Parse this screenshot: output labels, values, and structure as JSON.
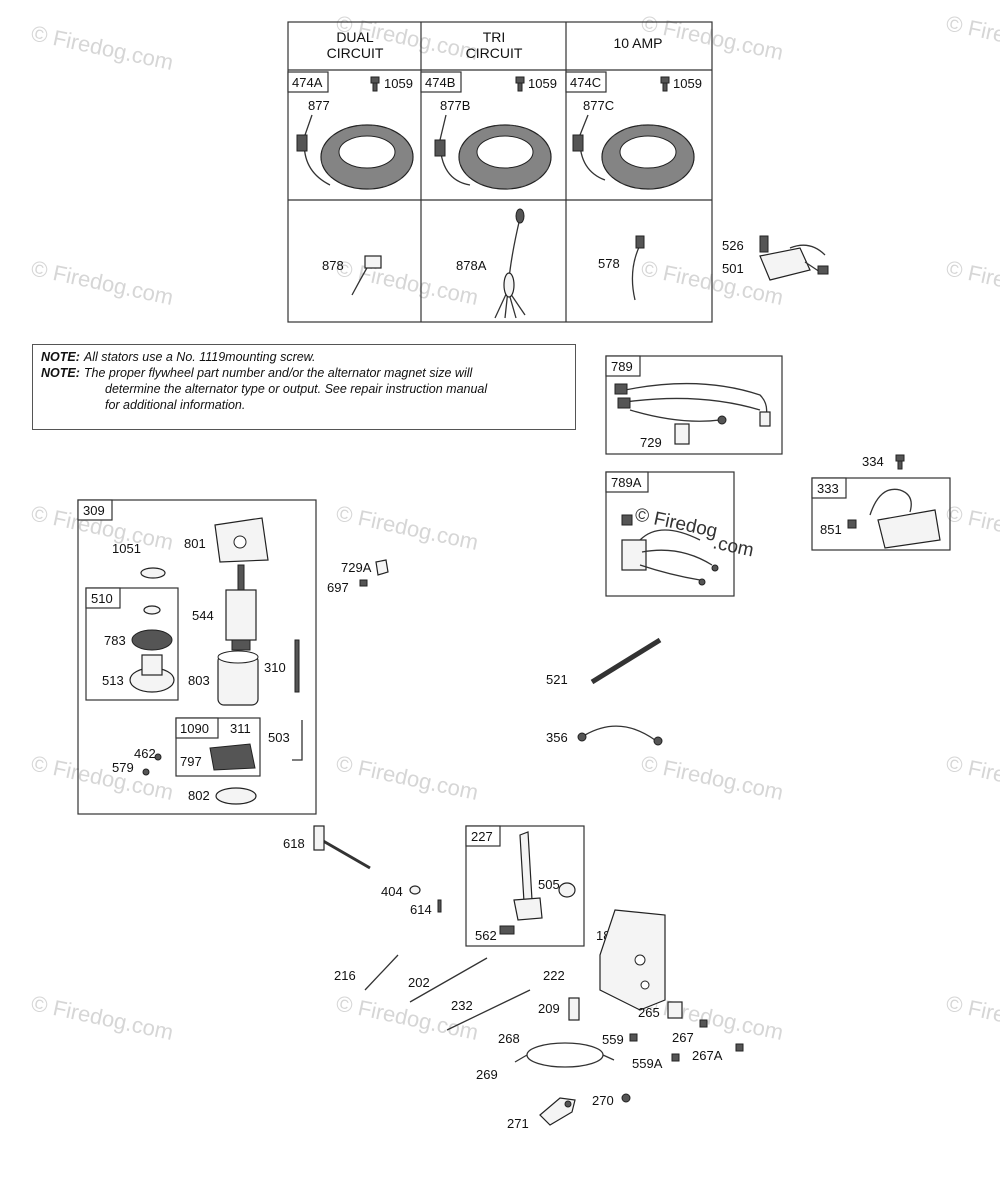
{
  "watermark": {
    "text": "© Firedog.com",
    "center_text_a": "© Firedog",
    "center_text_b": ".com"
  },
  "stator_table": {
    "headers": [
      {
        "line1": "DUAL",
        "line2": "CIRCUIT"
      },
      {
        "line1": "TRI",
        "line2": "CIRCUIT"
      },
      {
        "line1": "10 AMP",
        "line2": ""
      }
    ],
    "assemblies": [
      "474A",
      "474B",
      "474C"
    ],
    "screw": "1059",
    "connectors": [
      "877",
      "877B",
      "877C"
    ],
    "harness": [
      "878",
      "878A",
      "578"
    ]
  },
  "note": {
    "label": "NOTE:",
    "line1": "All stators use a No. 1119mounting screw.",
    "line2": "The proper flywheel part number and/or the alternator magnet size will",
    "line3": "determine the alternator type or output. See repair instruction manual",
    "line4": "for additional information."
  },
  "callouts": {
    "p526": "526",
    "p501": "501",
    "p789": "789",
    "p729": "729",
    "p789A": "789A",
    "p334": "334",
    "p333": "333",
    "p851": "851",
    "p309": "309",
    "p1051": "1051",
    "p801": "801",
    "p510": "510",
    "p544": "544",
    "p783": "783",
    "p513": "513",
    "p803": "803",
    "p310": "310",
    "p1090": "1090",
    "p311": "311",
    "p797": "797",
    "p503": "503",
    "p462": "462",
    "p579": "579",
    "p802": "802",
    "p729A": "729A",
    "p697": "697",
    "p521": "521",
    "p356": "356",
    "p618": "618",
    "p404": "404",
    "p614": "614",
    "p227": "227",
    "p505": "505",
    "p562": "562",
    "p188": "188",
    "p216": "216",
    "p202": "202",
    "p222": "222",
    "p232": "232",
    "p209": "209",
    "p265": "265",
    "p268": "268",
    "p559": "559",
    "p267": "267",
    "p559A": "559A",
    "p267A": "267A",
    "p269": "269",
    "p270": "270",
    "p271": "271"
  }
}
